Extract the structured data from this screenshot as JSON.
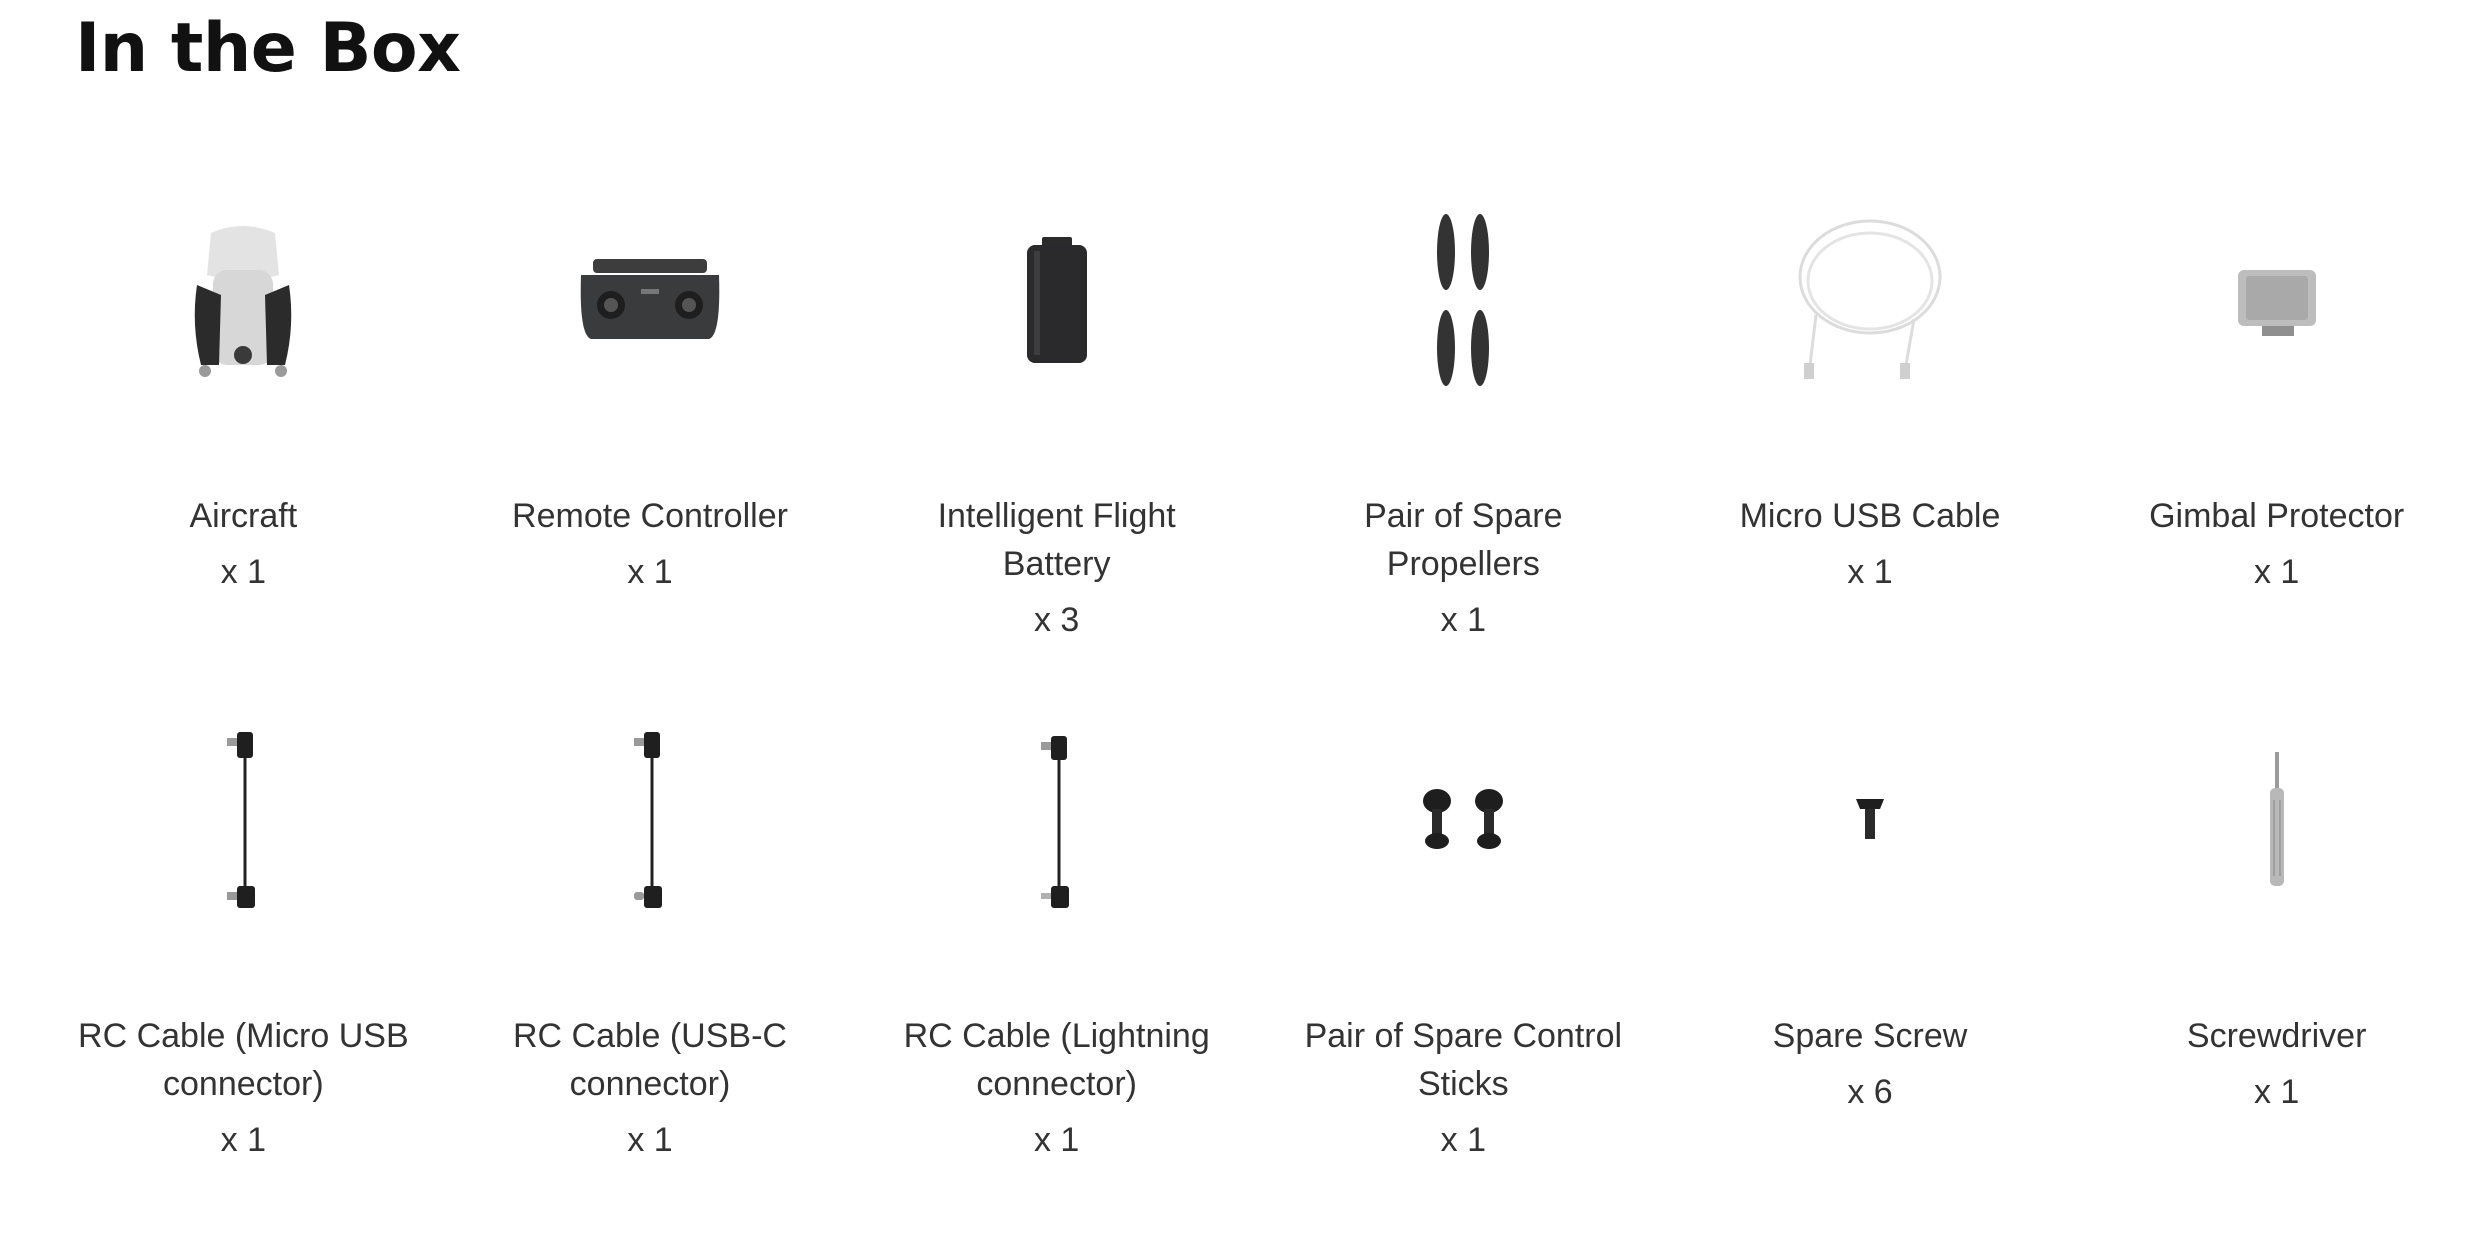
{
  "heading": "In the Box",
  "items": [
    {
      "name": "Aircraft",
      "qty": "x 1",
      "icon": "aircraft-icon"
    },
    {
      "name": "Remote Controller",
      "qty": "x 1",
      "icon": "remote-controller-icon"
    },
    {
      "name": "Intelligent Flight Battery",
      "qty": "x 3",
      "icon": "battery-icon"
    },
    {
      "name": "Pair of Spare Propellers",
      "qty": "x 1",
      "icon": "propellers-icon"
    },
    {
      "name": "Micro USB Cable",
      "qty": "x 1",
      "icon": "usb-cable-icon"
    },
    {
      "name": "Gimbal Protector",
      "qty": "x 1",
      "icon": "gimbal-protector-icon"
    },
    {
      "name": "RC Cable (Micro USB connector)",
      "qty": "x 1",
      "icon": "rc-cable-icon"
    },
    {
      "name": "RC Cable (USB-C connector)",
      "qty": "x 1",
      "icon": "rc-cable-icon"
    },
    {
      "name": "RC Cable (Lightning connector)",
      "qty": "x 1",
      "icon": "rc-cable-icon"
    },
    {
      "name": "Pair of Spare Control Sticks",
      "qty": "x 1",
      "icon": "control-sticks-icon"
    },
    {
      "name": "Spare Screw",
      "qty": "x 6",
      "icon": "screw-icon"
    },
    {
      "name": "Screwdriver",
      "qty": "x 1",
      "icon": "screwdriver-icon"
    }
  ]
}
